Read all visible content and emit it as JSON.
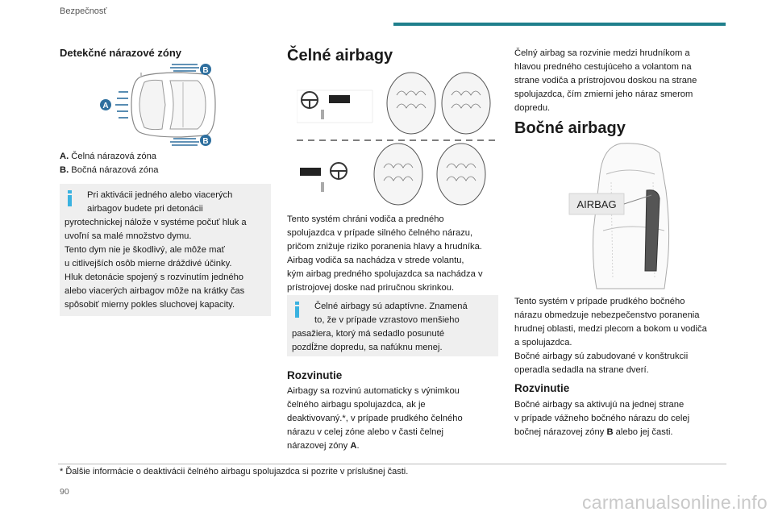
{
  "header": {
    "section_title": "Bezpečnosť",
    "accent_color": "#1f7f8c"
  },
  "left_column": {
    "heading": "Detekčné nárazové zóny",
    "figure_labels": {
      "a": "A",
      "b_top": "B",
      "b_bottom": "B"
    },
    "legend": [
      {
        "key": "A.",
        "text": "Čelná nárazová zóna"
      },
      {
        "key": "B.",
        "text": "Bočná nárazová zóna"
      }
    ],
    "info_lines": [
      "Pri aktivácii jedného alebo viacerých",
      "airbagov budete pri detonácii",
      "pyrotechnickej nálože v systéme počuť hluk a",
      "uvoľní sa malé množstvo dymu.",
      "Tento dym nie je škodlivý, ale môže mať",
      "u citlivejších osôb mierne dráždivé účinky.",
      "Hluk detonácie spojený s rozvinutím jedného",
      "alebo viacerých airbagov môže na krátky čas",
      "spôsobiť mierny pokles sluchovej kapacity."
    ]
  },
  "middle_column": {
    "title": "Čelné airbagy",
    "body_lines": [
      "Tento systém chráni vodiča a predného",
      "spolujazdca v prípade silného čelného nárazu,",
      "pričom znižuje riziko poranenia hlavy a hrudníka.",
      "Airbag vodiča sa nachádza v strede volantu,",
      "kým airbag predného spolujazdca sa nachádza v",
      "prístrojovej doske nad priručnou skrinkou."
    ],
    "info_lines": [
      "Čelné airbagy sú adaptívne.  Znamená",
      "to, že v prípade vzrastovo menšieho",
      "pasažiera, ktorý má sedadlo posunuté",
      "pozdĺžne dopredu, sa nafúknu menej."
    ],
    "subheading": "Rozvinutie",
    "deploy_lines": [
      "Airbagy sa rozvinú automaticky s výnimkou",
      "čelného airbagu spolujazdca, ak je",
      "deaktivovaný.*, v prípade prudkého čelného",
      "nárazu v celej zóne alebo v časti čelnej",
      "nárazovej zóny "
    ],
    "deploy_zone": "A",
    "deploy_end": "."
  },
  "right_column": {
    "intro_lines": [
      "Čelný airbag sa rozvinie medzi hrudníkom a",
      "hlavou predného cestujúceho a volantom na",
      "strane vodiča a prístrojovou doskou na strane",
      "spolujazdca, čím zmierni jeho náraz smerom",
      "dopredu."
    ],
    "title": "Bočné airbagy",
    "airbag_label": "AIRBAG",
    "body_lines": [
      "Tento systém v prípade prudkého bočného",
      "nárazu obmedzuje nebezpečenstvo poranenia",
      "hrudnej oblasti, medzi plecom a bokom u vodiča",
      "a spolujazdca.",
      "Bočné airbagy sú zabudované v konštrukcii",
      "operadla sedadla na strane dverí."
    ],
    "subheading": "Rozvinutie",
    "deploy_lines": [
      "Bočné airbagy sa aktivujú na jednej strane",
      "v prípade vážneho bočného nárazu do celej",
      "bočnej nárazovej zóny "
    ],
    "deploy_zone": "B",
    "deploy_end": " alebo jej časti."
  },
  "footer": {
    "footnote": "* Ďalšie informácie o deaktivácii čelného airbagu spolujazdca si pozrite v príslušnej časti.",
    "page_number": "90",
    "watermark": "carmanualsonline.info"
  },
  "colors": {
    "accent_teal": "#1f7f8c",
    "label_blue": "#2e6f9e",
    "info_blue": "#3ab2e0",
    "box_gray": "#efefef"
  }
}
